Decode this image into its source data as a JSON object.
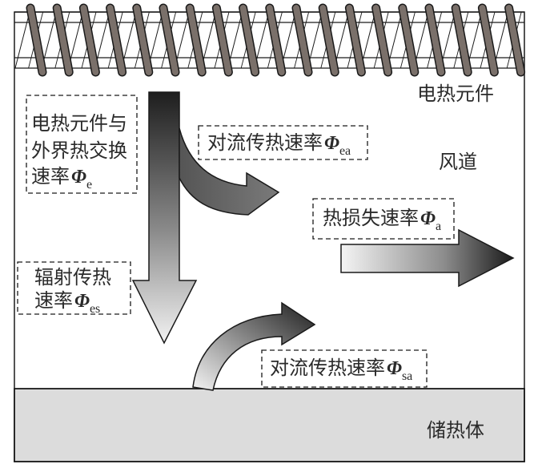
{
  "diagram": {
    "regions": {
      "heating_element": "电热元件",
      "air_duct": "风道",
      "heat_storage": "储热体"
    },
    "labels": {
      "phi_e": {
        "lines": [
          "电热元件与",
          "外界热交换",
          "速率"
        ],
        "symbol": "Φ",
        "subscript": "e"
      },
      "phi_ea": {
        "text": "对流传热速率",
        "symbol": "Φ",
        "subscript": "ea"
      },
      "phi_a": {
        "text": "热损失速率",
        "symbol": "Φ",
        "subscript": "a"
      },
      "phi_es": {
        "lines": [
          "辐射传热",
          "速率"
        ],
        "symbol": "Φ",
        "subscript": "es"
      },
      "phi_sa": {
        "text": "对流传热速率",
        "symbol": "Φ",
        "subscript": "sa"
      }
    },
    "colors": {
      "coil": "#7a706a",
      "storage_fill": "#dcdcdc",
      "outline": "#1a1a1a"
    }
  }
}
